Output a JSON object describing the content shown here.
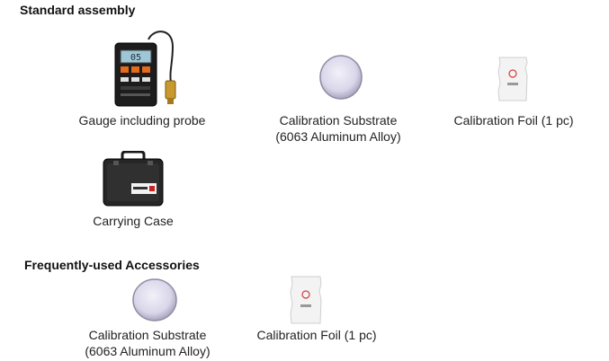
{
  "sections": {
    "standard": {
      "heading": "Standard assembly",
      "items": [
        {
          "caption": "Gauge including probe",
          "icon": "gauge-icon",
          "screen_reading": "05"
        },
        {
          "caption_line1": "Calibration Substrate",
          "caption_line2": "(6063 Aluminum Alloy)",
          "icon": "calibration-substrate-icon"
        },
        {
          "caption": "Calibration Foil (1 pc)",
          "icon": "calibration-foil-icon"
        },
        {
          "caption": "Carrying Case",
          "icon": "carrying-case-icon"
        }
      ]
    },
    "accessories": {
      "heading": "Frequently-used Accessories",
      "items": [
        {
          "caption_line1": "Calibration Substrate",
          "caption_line2": "(6063 Aluminum Alloy)",
          "icon": "calibration-substrate-icon"
        },
        {
          "caption": "Calibration Foil (1 pc)",
          "icon": "calibration-foil-icon"
        }
      ]
    }
  }
}
